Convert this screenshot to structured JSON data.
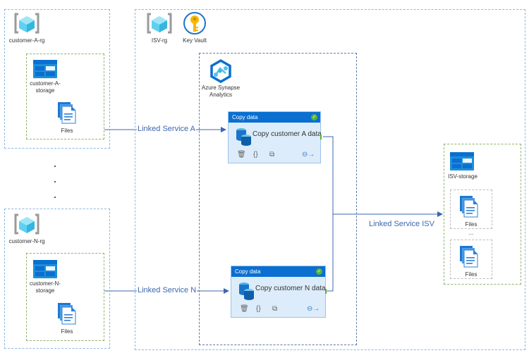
{
  "customer_a": {
    "rg_label": "customer-A-rg",
    "storage_label_line1": "customer-A-",
    "storage_label_line2": "storage",
    "files_label": "Files"
  },
  "customer_n": {
    "rg_label": "customer-N-rg",
    "storage_label_line1": "customer-N-",
    "storage_label_line2": "storage",
    "files_label": "Files"
  },
  "isv": {
    "rg_label": "ISV-rg",
    "key_vault_label": "Key Vault",
    "synapse_label_line1": "Azure Synapse",
    "synapse_label_line2": "Analytics",
    "storage_label": "ISV-storage",
    "files": [
      {
        "label": "Files"
      },
      {
        "label": "Files"
      }
    ],
    "ellipsis": "..."
  },
  "activities": [
    {
      "header": "Copy data",
      "name": "Copy customer A data",
      "status": "success"
    },
    {
      "header": "Copy data",
      "name": "Copy customer N data",
      "status": "success"
    }
  ],
  "links": {
    "a": "Linked Service A",
    "n": "Linked Service N",
    "isv": "Linked Service ISV"
  },
  "colors": {
    "azure_blue": "#0a6fd1",
    "link_line": "#3b67b0",
    "success_green": "#5bb337",
    "storage_border": "#8fb46b"
  }
}
